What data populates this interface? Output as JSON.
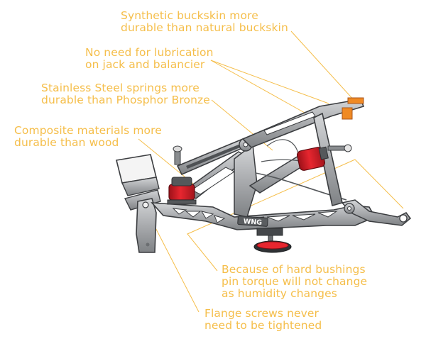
{
  "callouts": [
    {
      "id": "buckskin",
      "lines": [
        "Synthetic buckskin more",
        "durable than natural buckskin"
      ]
    },
    {
      "id": "lubrication",
      "lines": [
        "No need for lubrication",
        "on jack and balancier"
      ]
    },
    {
      "id": "springs",
      "lines": [
        "Stainless Steel springs  more",
        "durable than Phosphor Bronze"
      ]
    },
    {
      "id": "composite",
      "lines": [
        "Composite materials more",
        "durable than wood"
      ]
    },
    {
      "id": "bushings",
      "lines": [
        "Because of hard bushings",
        "pin torque will not change",
        "as humidity changes"
      ]
    },
    {
      "id": "screws",
      "lines": [
        "Flange screws never",
        "need to be tightened"
      ]
    }
  ],
  "mechanism": {
    "label": "WNG"
  },
  "colors": {
    "callout_text": "#f5be4a",
    "frame_gray": "#a9abae",
    "frame_dark": "#4a4d50",
    "felt_red": "#d8202a",
    "buckskin_orange": "#f08a24"
  }
}
